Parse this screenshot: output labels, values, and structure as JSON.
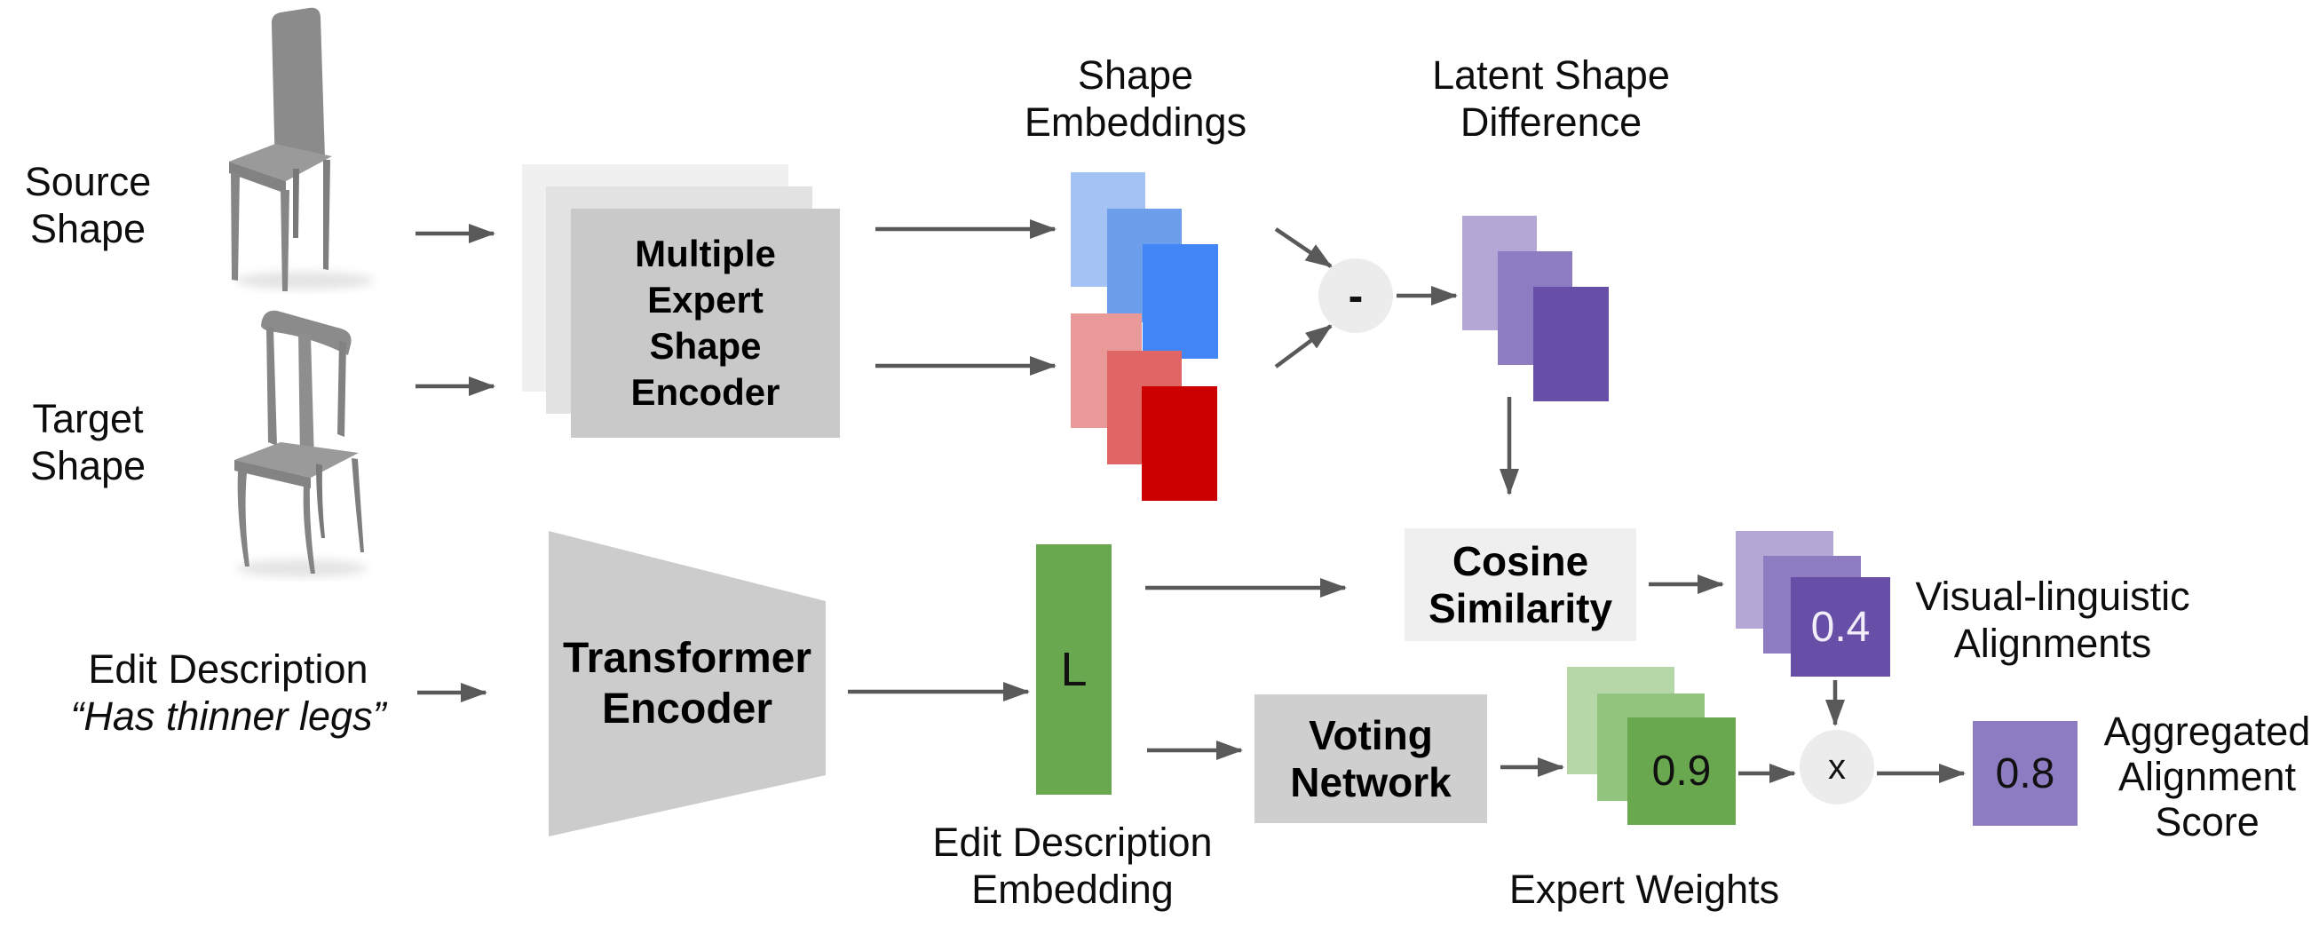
{
  "inputs": {
    "source_label": [
      "Source",
      "Shape"
    ],
    "target_label": [
      "Target",
      "Shape"
    ],
    "edit_label": "Edit Description",
    "edit_quote": "“Has thinner legs”"
  },
  "encoders": {
    "shape_encoder_lines": [
      "Multiple",
      "Expert",
      "Shape",
      "Encoder"
    ],
    "text_encoder_lines": [
      "Transformer",
      "Encoder"
    ]
  },
  "boxes": {
    "cosine": [
      "Cosine",
      "Similarity"
    ],
    "voting": [
      "Voting",
      "Network"
    ]
  },
  "titles": {
    "shape_embeddings": [
      "Shape",
      "Embeddings"
    ],
    "latent_difference": [
      "Latent Shape",
      "Difference"
    ],
    "edit_embedding": [
      "Edit Description",
      "Embedding"
    ],
    "visual_alignments": [
      "Visual-linguistic",
      "Alignments"
    ],
    "expert_weights": "Expert Weights",
    "aggregated": [
      "Aggregated",
      "Alignment",
      "Score"
    ]
  },
  "ops": {
    "subtract": "-",
    "multiply": "x"
  },
  "symbols": {
    "language_embedding": "L"
  },
  "values": {
    "visual_alignment": "0.4",
    "expert_weight": "0.9",
    "aggregated_score": "0.8"
  },
  "icons": {
    "source_chair": "tall-back gray chair render",
    "target_chair": "thin-leg gray chair render"
  },
  "colors": {
    "blue_light": "#a4c2f4",
    "blue_mid": "#6d9eeb",
    "blue_front": "#4285f4",
    "red_light": "#ea9999",
    "red_mid": "#e06666",
    "red_front": "#cc0000",
    "purple_light": "#b4a7d6",
    "purple_mid": "#8e7cc3",
    "purple_front": "#674ea7",
    "green_light": "#b6d7a8",
    "green_mid": "#93c47d",
    "green_front": "#6aa84f",
    "gray_back": "#f0f0f0",
    "gray_mid": "#e2e2e2",
    "gray_front": "#c9c9c9",
    "gray_box": "#cccccc",
    "cosine_box": "#efefef",
    "voting_box": "#cfcfcf",
    "op_circle": "#ececec",
    "arrow": "#595959"
  }
}
